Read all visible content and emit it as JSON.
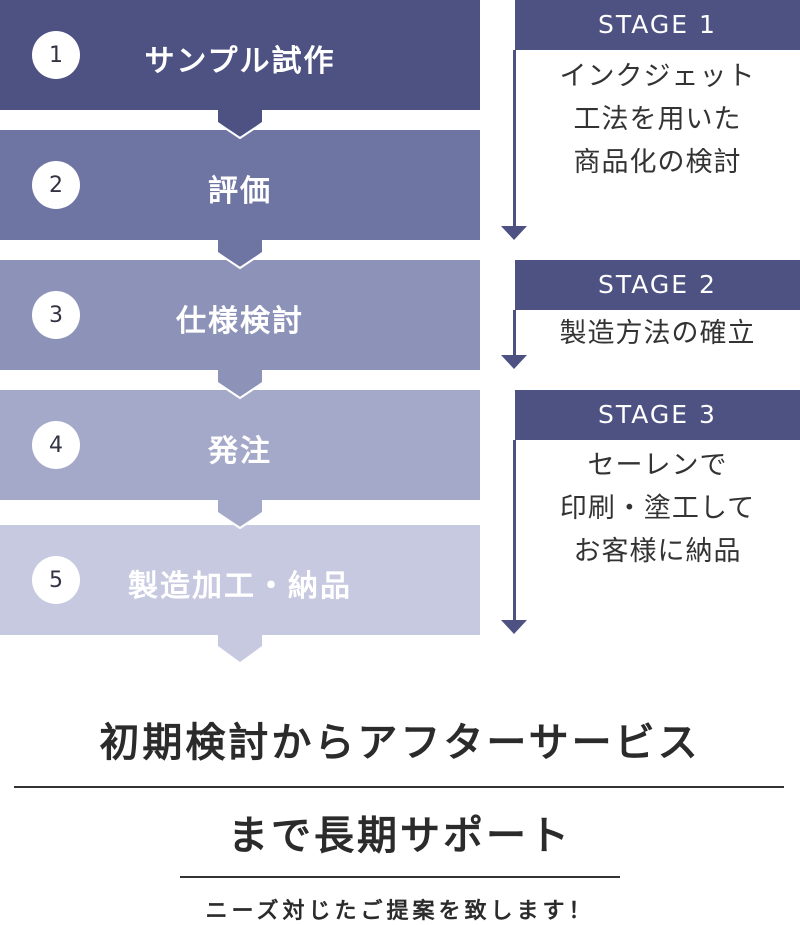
{
  "steps": [
    {
      "number": "1",
      "label": "サンプル試作",
      "color": "#4d5282"
    },
    {
      "number": "2",
      "label": "評価",
      "color": "#6f75a2"
    },
    {
      "number": "3",
      "label": "仕様検討",
      "color": "#8d92b8"
    },
    {
      "number": "4",
      "label": "発注",
      "color": "#a5a9c9"
    },
    {
      "number": "5",
      "label": "製造加工・納品",
      "color": "#c6c9e0"
    }
  ],
  "stages": [
    {
      "title": "STAGE 1",
      "lines": [
        "インクジェット",
        "工法を用いた",
        "商品化の検討"
      ]
    },
    {
      "title": "STAGE 2",
      "lines": [
        "製造方法の確立"
      ]
    },
    {
      "title": "STAGE 3",
      "lines": [
        "セーレンで",
        "印刷・塗工して",
        "お客様に納品"
      ]
    }
  ],
  "headline": {
    "line1": "初期検討からアフターサービス",
    "line2": "まで長期サポート",
    "subtext": "ニーズ対じたご提案を致します！"
  }
}
